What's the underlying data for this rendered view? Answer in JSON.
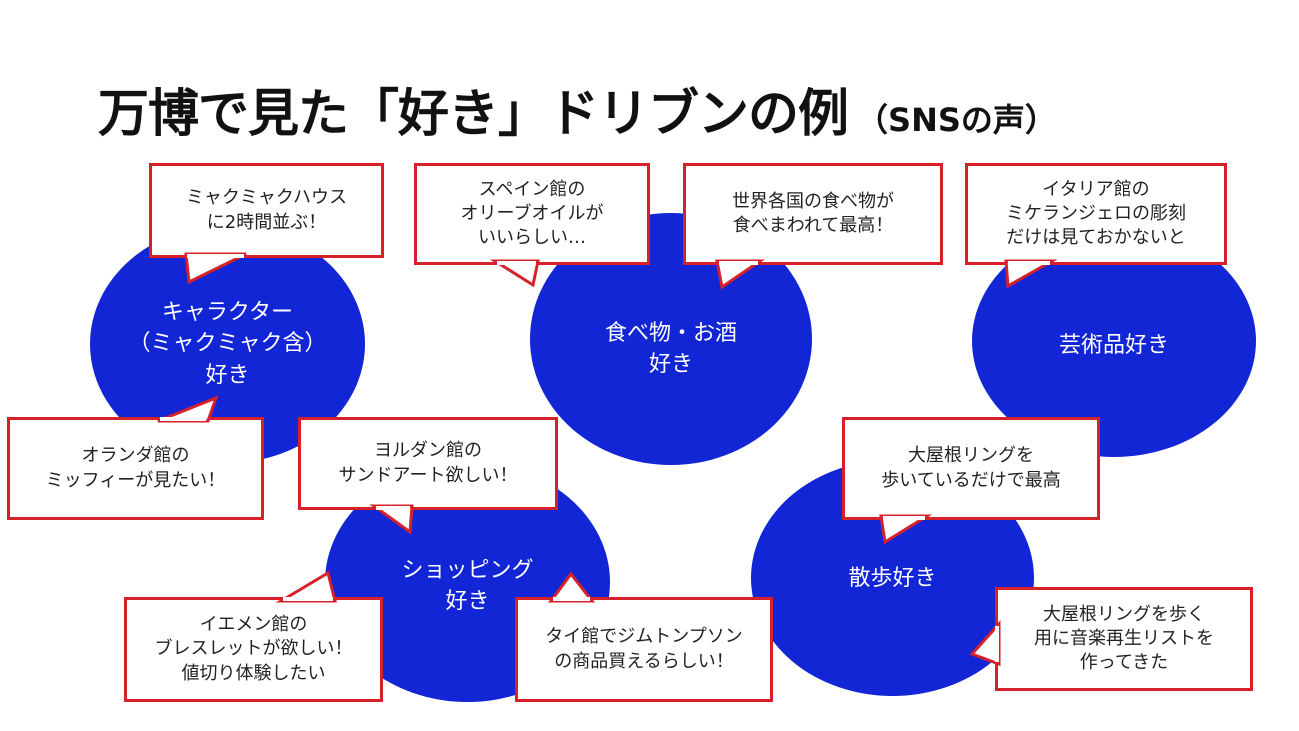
{
  "title": {
    "main": "万博で見た「好き」ドリブンの例",
    "sub": "（SNSの声）"
  },
  "categories": [
    {
      "id": "character",
      "label": "キャラクター\n（ミャクミャク含）\n好き"
    },
    {
      "id": "food",
      "label": "食べ物・お酒\n好き"
    },
    {
      "id": "art",
      "label": "芸術品好き"
    },
    {
      "id": "shopping",
      "label": "ショッピング\n好き"
    },
    {
      "id": "walk",
      "label": "散歩好き"
    }
  ],
  "voices": [
    {
      "id": "myaku-house",
      "category": "character",
      "text": "ミャクミャクハウス\nに2時間並ぶ！"
    },
    {
      "id": "netherlands",
      "category": "character",
      "text": "オランダ館の\nミッフィーが見たい！"
    },
    {
      "id": "spain",
      "category": "food",
      "text": "スペイン館の\nオリーブオイルが\nいいらしい…"
    },
    {
      "id": "world-food",
      "category": "food",
      "text": "世界各国の食べ物が\n食べまわれて最高！"
    },
    {
      "id": "italy",
      "category": "art",
      "text": "イタリア館の\nミケランジェロの彫刻\nだけは見ておかないと"
    },
    {
      "id": "jordan",
      "category": "shopping",
      "text": "ヨルダン館の\nサンドアート欲しい！"
    },
    {
      "id": "yemen",
      "category": "shopping",
      "text": "イエメン館の\nブレスレットが欲しい！\n値切り体験したい"
    },
    {
      "id": "thailand",
      "category": "shopping",
      "text": "タイ館でジムトンプソン\nの商品買えるらしい！"
    },
    {
      "id": "ring-walk",
      "category": "walk",
      "text": "大屋根リングを\n歩いているだけで最高"
    },
    {
      "id": "ring-music",
      "category": "walk",
      "text": "大屋根リングを歩く\n用に音楽再生リストを\n作ってきた"
    }
  ],
  "colors": {
    "circle": "#1226d6",
    "bubble_border": "#d6212a",
    "bubble_fill": "#ffffff",
    "title_text": "#111111"
  }
}
